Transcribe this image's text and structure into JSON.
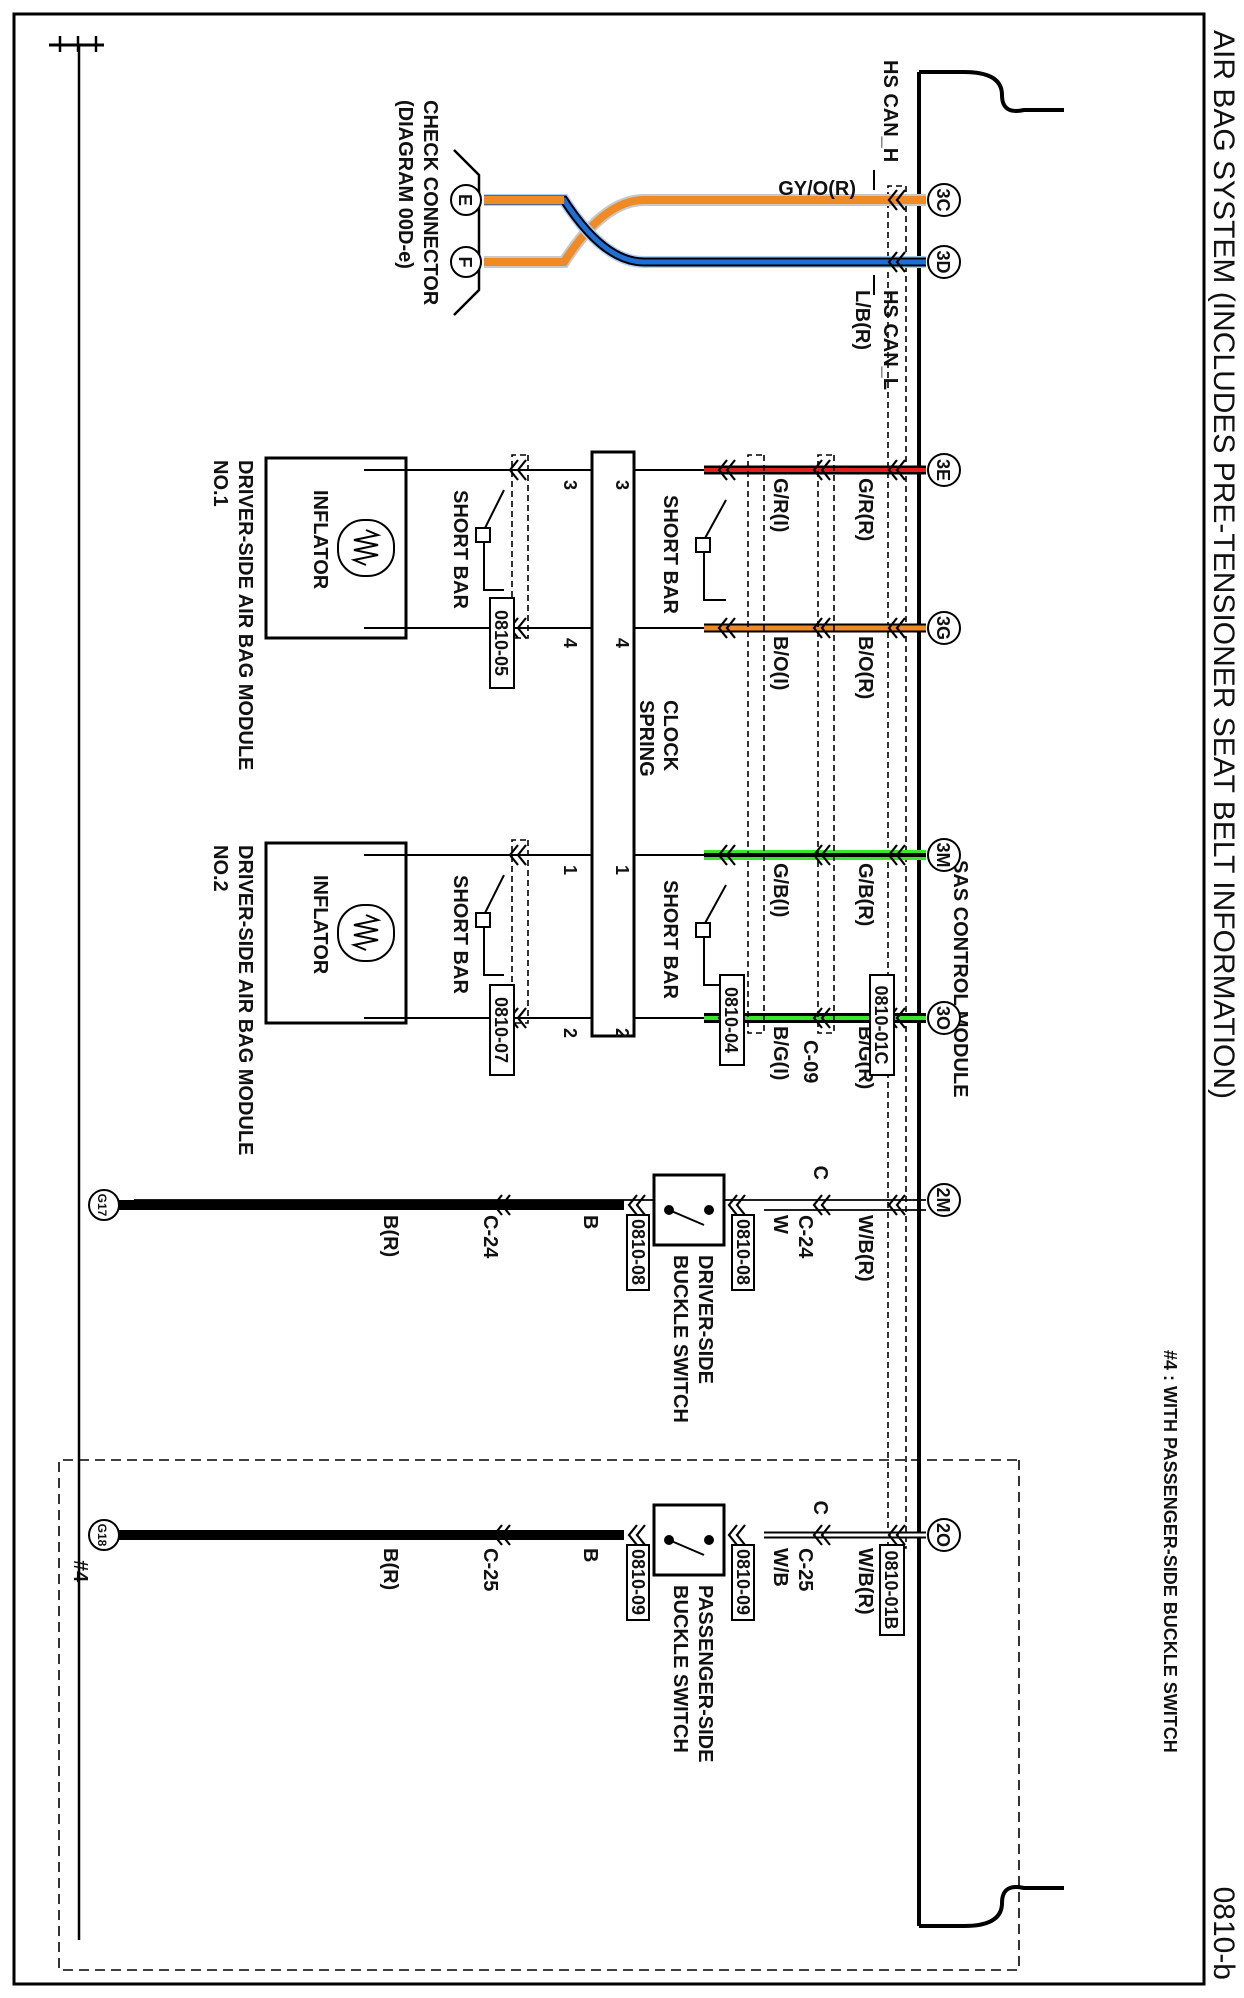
{
  "diagram": {
    "title": "AIR BAG SYSTEM (INCLUDES PRE-TENSIONER SEAT BELT INFORMATION)",
    "page_code": "0810-b",
    "note": "#4 : WITH PASSENGER-SIDE BUCKLE SWITCH",
    "module_label": "SAS CONTROL MODULE",
    "hs_can_h": "HS CAN_H",
    "hs_can_l": "HS CAN_L",
    "check_connector": "CHECK CONNECTOR",
    "check_connector_ref": "(DIAGRAM 00D-e)",
    "pin_e": "E",
    "pin_f": "F",
    "pins": {
      "p3c": "3C",
      "p3d": "3D",
      "p3e": "3E",
      "p3g": "3G",
      "p3m": "3M",
      "p3o": "3O",
      "p2m": "2M",
      "p2o": "2O"
    },
    "wires": {
      "gyo": "GY/O(R)",
      "lb": "L/B(R)",
      "gr_r": "G/R(R)",
      "gr_i": "G/R(I)",
      "bo_r": "B/O(R)",
      "bo_i": "B/O(I)",
      "gb_r": "G/B(R)",
      "gb_i": "G/B(I)",
      "bg_r": "B/G(R)",
      "bg_i": "B/G(I)",
      "wb_r": "W/B(R)",
      "w": "W",
      "wb": "W/B",
      "c": "C",
      "b": "B",
      "br": "B(R)"
    },
    "connectors": {
      "c09": "C-09",
      "c24a": "C-24",
      "c24b": "C-24",
      "c25a": "C-25",
      "c25b": "C-25"
    },
    "tags": {
      "t01c": "0810-01C",
      "t01b": "0810-01B",
      "t04": "0810-04",
      "t05": "0810-05",
      "t07": "0810-07",
      "t08a": "0810-08",
      "t08b": "0810-08",
      "t09a": "0810-09",
      "t09b": "0810-09"
    },
    "short_bar_1": "SHORT BAR",
    "short_bar_2": "SHORT BAR",
    "short_bar_3": "SHORT BAR",
    "short_bar_4": "SHORT BAR",
    "inflator_1": "INFLATOR",
    "inflator_2": "INFLATOR",
    "clock_spring_1": "CLOCK",
    "clock_spring_2": "SPRING",
    "cs_pins": {
      "a3": "3",
      "a4": "4",
      "a1": "1",
      "a2": "2",
      "b3": "3",
      "b4": "4",
      "b1": "1",
      "b2": "2"
    },
    "airbag1_l1": "DRIVER-SIDE AIR BAG MODULE",
    "airbag1_l2": "NO.1",
    "airbag2_l1": "DRIVER-SIDE AIR BAG MODULE",
    "airbag2_l2": "NO.2",
    "driver_buckle_1": "DRIVER-SIDE",
    "driver_buckle_2": "BUCKLE SWITCH",
    "pass_buckle_1": "PASSENGER-SIDE",
    "pass_buckle_2": "BUCKLE SWITCH",
    "ground_g17": "G17",
    "ground_g18": "G18",
    "note_mark": "#4",
    "colors": {
      "orange": "#f08a24",
      "blue": "#1f6fd6",
      "green": "#39e62a",
      "red": "#e02020",
      "black": "#000000"
    }
  }
}
